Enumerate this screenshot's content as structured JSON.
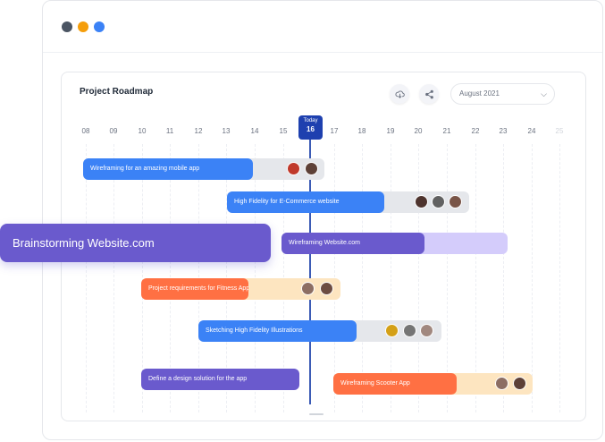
{
  "window": {
    "dots": [
      "#4b5563",
      "#f59e0b",
      "#3b82f6"
    ]
  },
  "roadmap": {
    "title": "Project Roadmap",
    "month": "August 2021",
    "icons": {
      "download": "cloud-download-icon",
      "share": "share-icon",
      "chevron": "chevron-down-icon"
    },
    "timeline": {
      "days": [
        "08",
        "09",
        "10",
        "11",
        "12",
        "13",
        "14",
        "15",
        "16",
        "17",
        "18",
        "19",
        "20",
        "21",
        "22",
        "23",
        "24",
        "25"
      ],
      "today_label": "Today",
      "today_day": "16"
    },
    "tasks": [
      {
        "label": "Wireframing for an amazing mobile app",
        "color": "#3b82f6",
        "track": "#e5e7eb",
        "avatars": 2
      },
      {
        "label": "High Fidelity for E-Commerce website",
        "color": "#3b82f6",
        "track": "#e5e7eb",
        "avatars": 3
      },
      {
        "label": "Wireframing Website.com",
        "color": "#6a5acd",
        "track": "#d4ccfb",
        "avatars": 0
      },
      {
        "label": "Project requirements for Fitness App",
        "color": "#ff7043",
        "track": "#fde5c0",
        "avatars": 2
      },
      {
        "label": "Sketching High Fidelity Illustrations",
        "color": "#3b82f6",
        "track": "#e5e7eb",
        "avatars": 3
      },
      {
        "label": "Define a design solution for the app",
        "color": "#6a5acd",
        "track": "",
        "avatars": 0
      },
      {
        "label": "Wireframing Scooter App",
        "color": "#ff7043",
        "track": "#fde5c0",
        "avatars": 2
      }
    ],
    "dragging_card": {
      "label": "Brainstorming Website.com"
    }
  }
}
